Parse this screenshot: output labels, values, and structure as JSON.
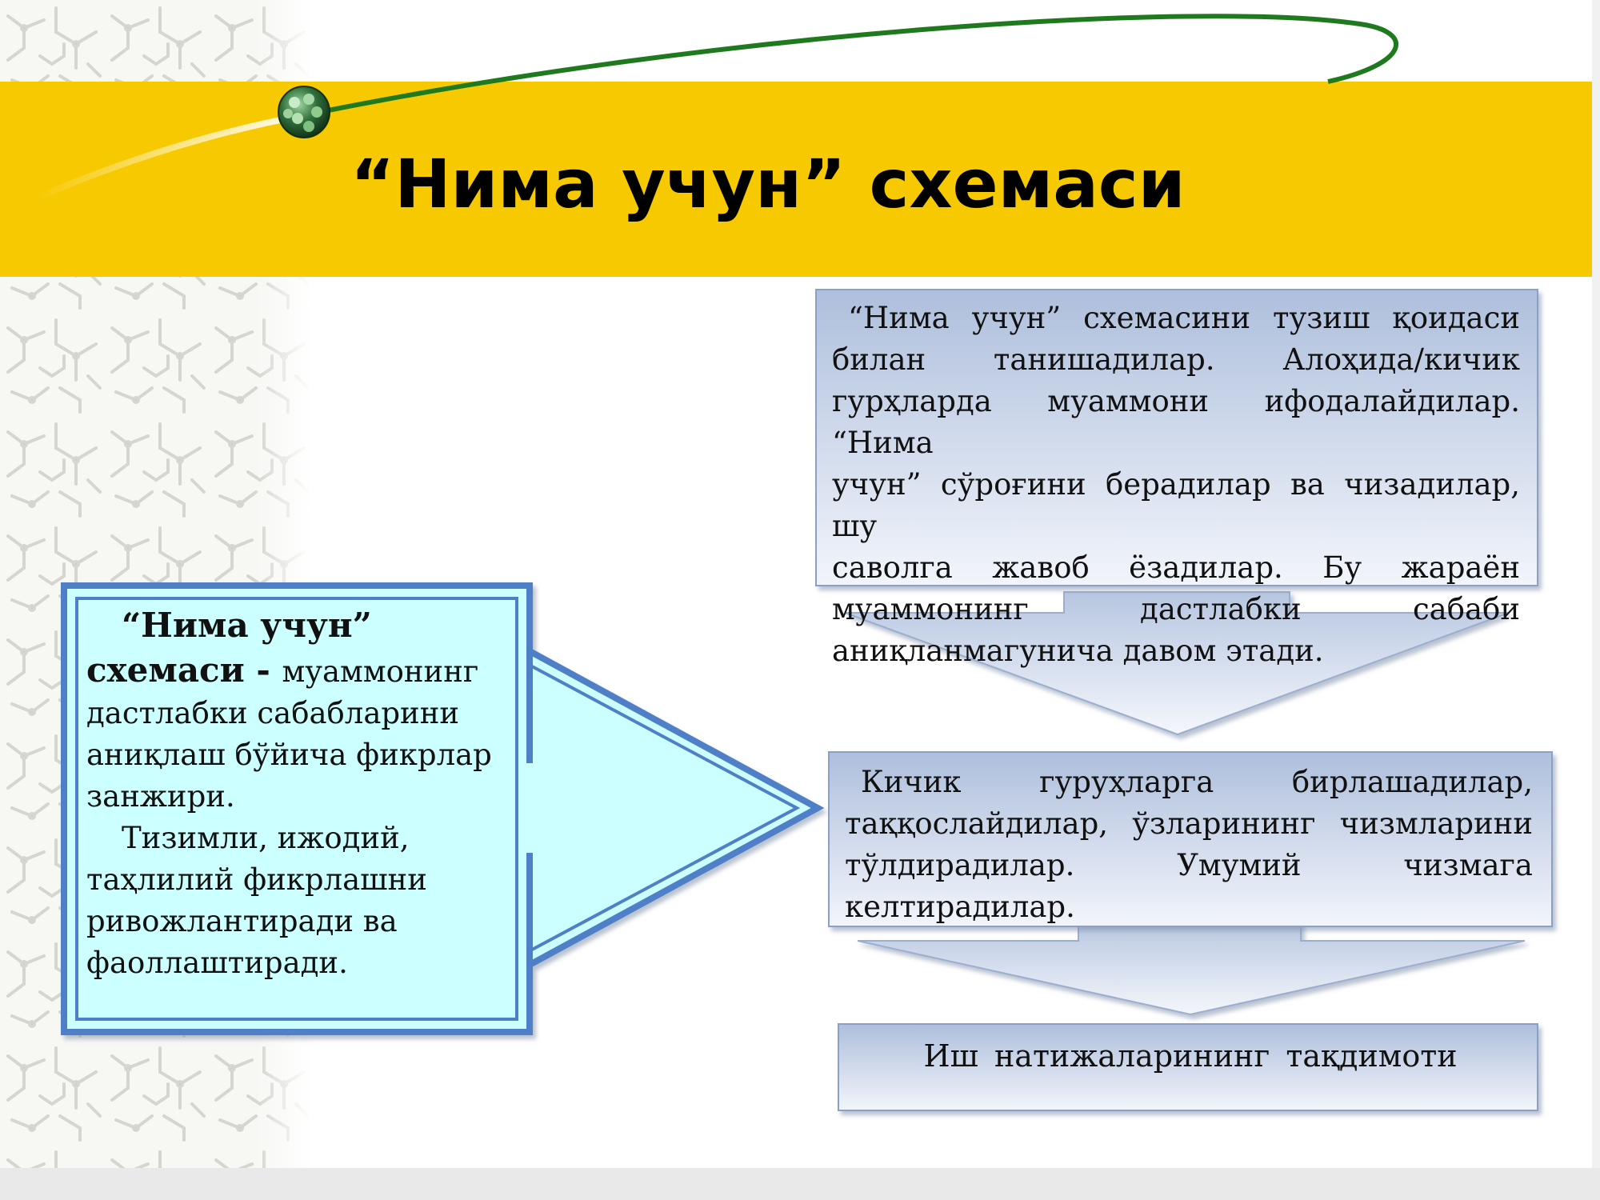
{
  "title": "“Нима учун” схемаси",
  "definition_box": {
    "term": "“Нима учун”",
    "term2": "схемаси",
    "dash": " - ",
    "line1_rest": "муаммонинг",
    "line2": "дастлабки сабабларини",
    "line3": "аниқлаш бўйича фикрлар",
    "line4": "занжири.",
    "line5": "Тизимли, ижодий,",
    "line6": "таҳлилий фикрлашни",
    "line7": "ривожлантиради ва",
    "line8": "фаоллаштиради."
  },
  "step1": {
    "lines": [
      "“Нима учун” схемасини тузиш қоидаси",
      "билан танишадилар. Алоҳида/кичик",
      "гурҳларда муаммони ифодалайдилар. “Нима",
      "учун” сўроғини берадилар ва чизадилар, шу",
      "саволга жавоб ёзадилар. Бу жараён",
      "муаммонинг дастлабки сабаби",
      "аниқланмагунича давом этади."
    ]
  },
  "step2": {
    "lines": [
      "Кичик гуруҳларга бирлашадилар,",
      "таққослайдилар, ўзларининг чизмларини",
      "тўлдирадилар. Умумий чизмага",
      "келтирадилар."
    ]
  },
  "step3": {
    "text": "Иш  натижаларининг тақдимоти"
  },
  "colors": {
    "header_band": "#f7c900",
    "green_curve": "#1f7a1f",
    "box_gradient_top": "#aebfdc",
    "box_gradient_bottom": "#f2f5fb",
    "box_border": "#8aa0c8",
    "definition_fill": "#ccffff",
    "definition_border": "#4f7fc7"
  },
  "icons": {
    "logo": "molecule-sphere-icon"
  }
}
